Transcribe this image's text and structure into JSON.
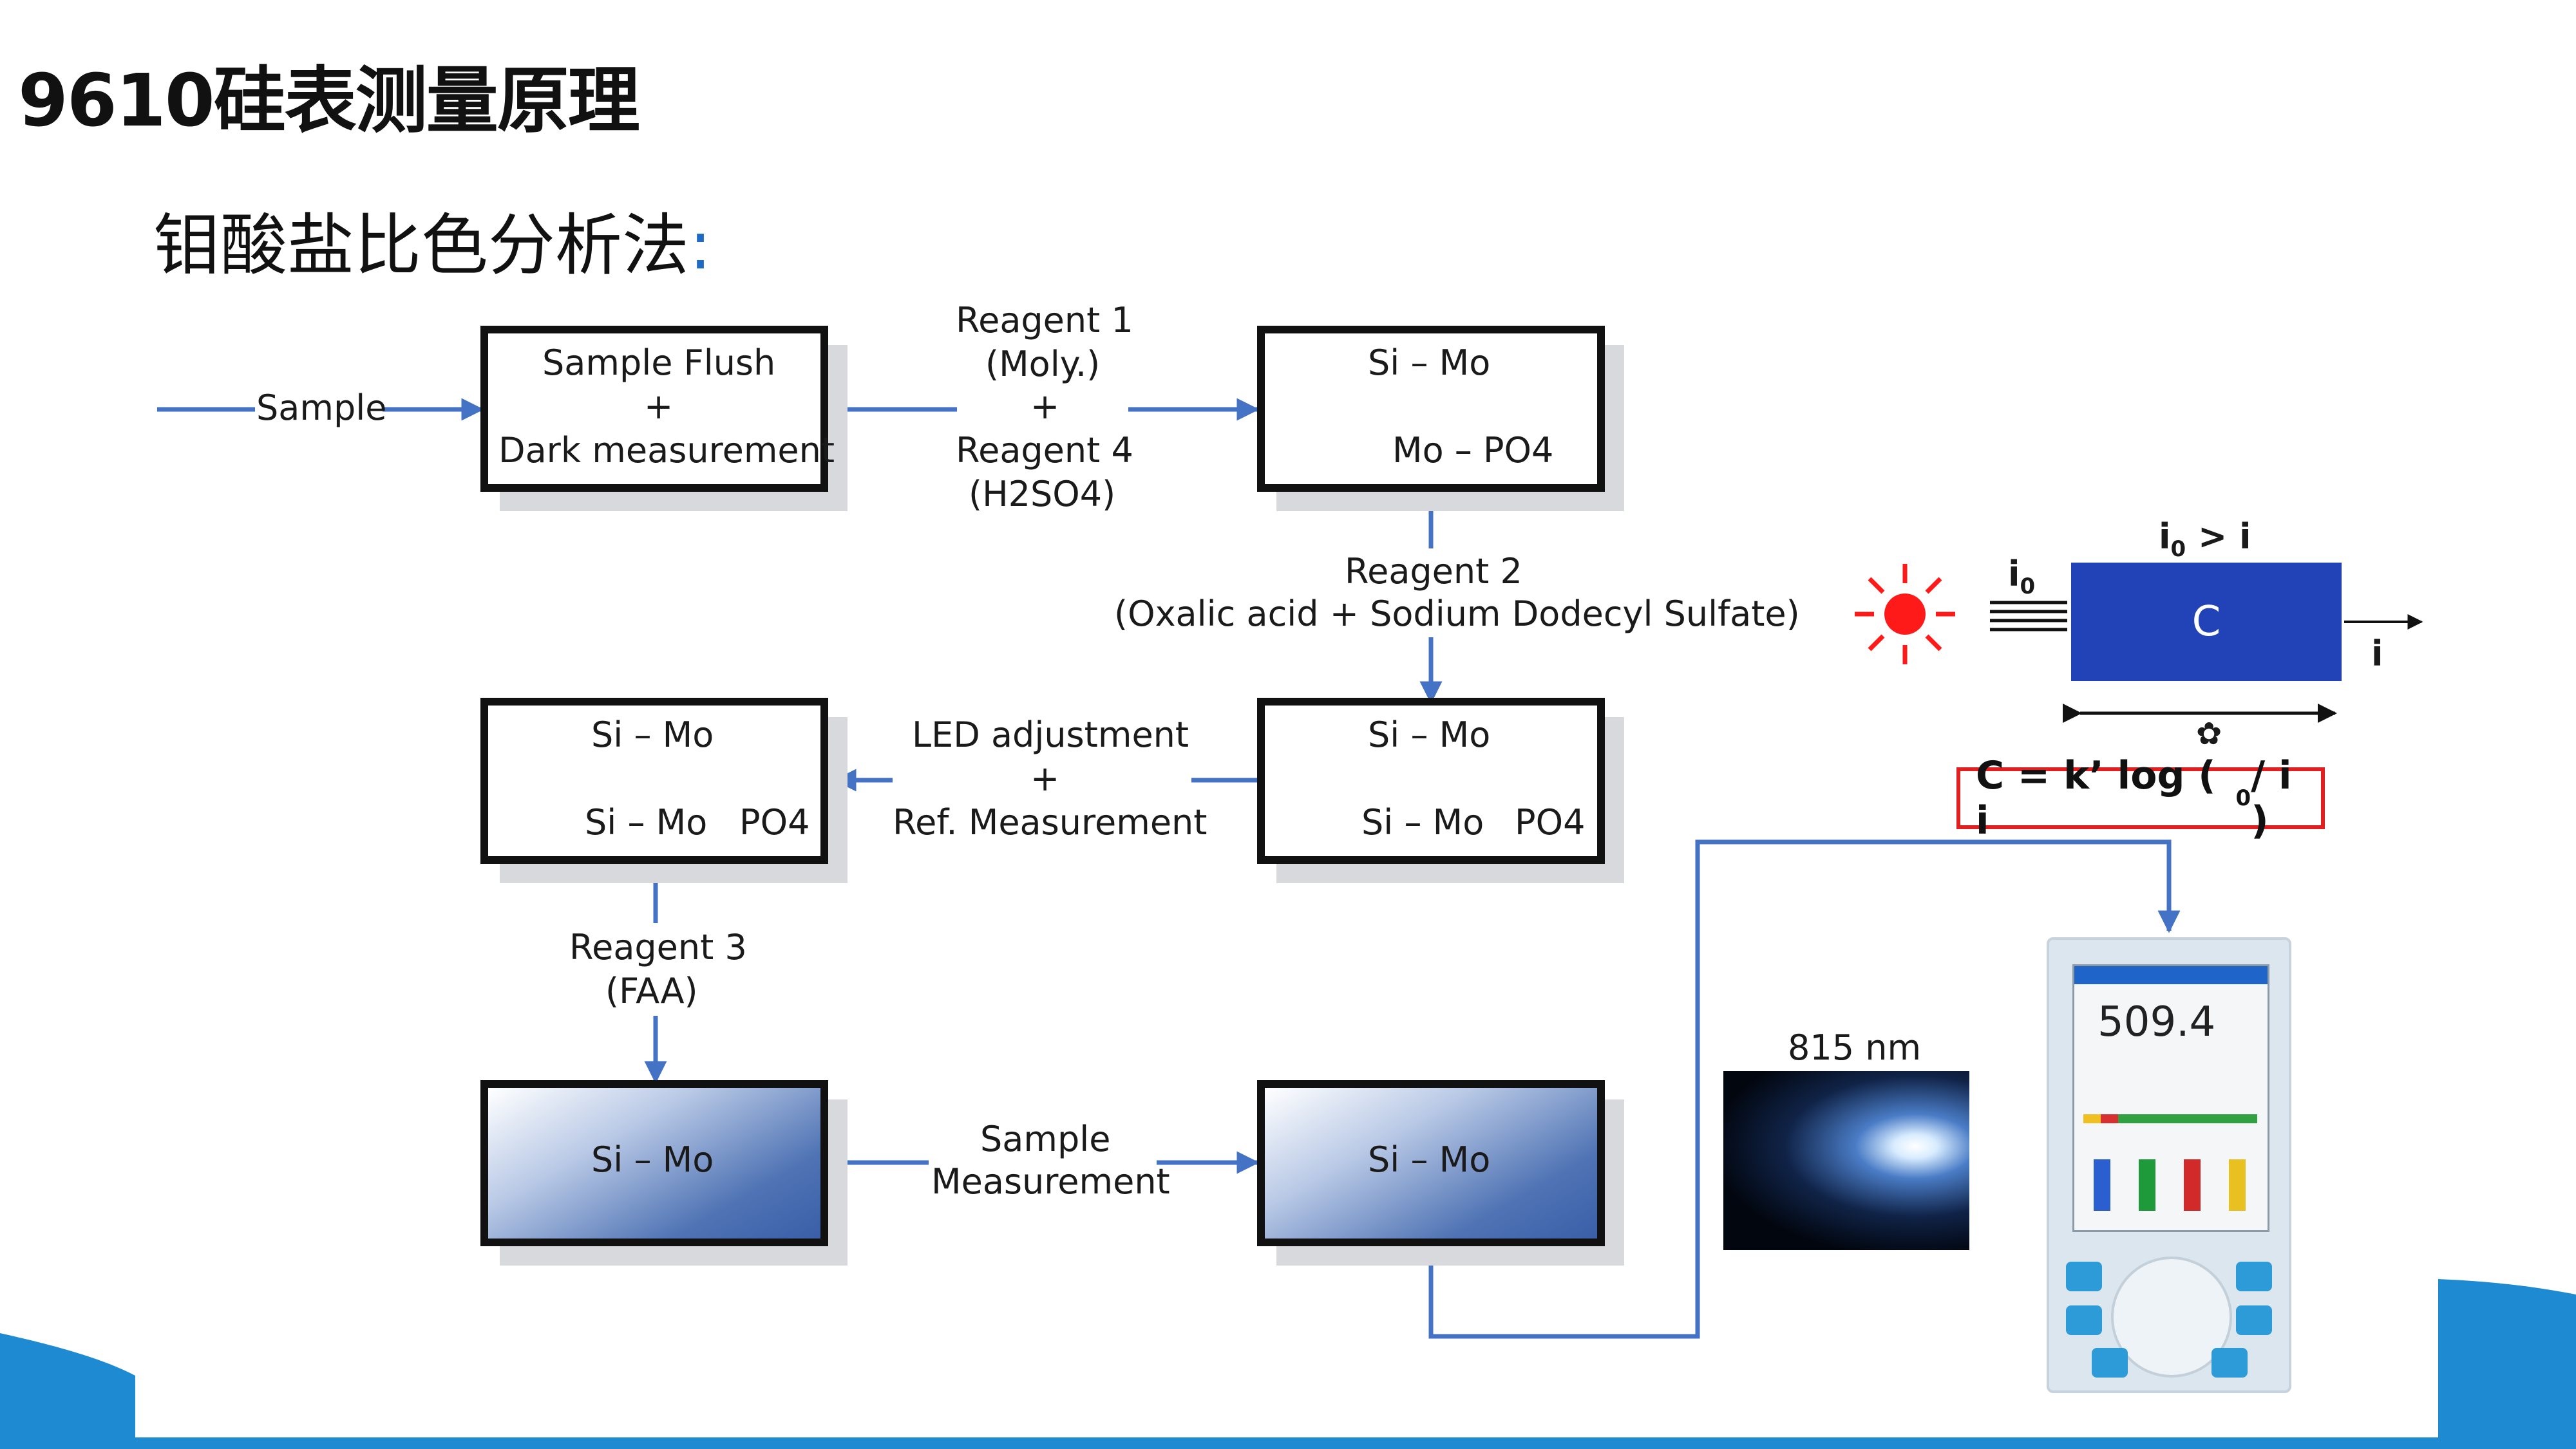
{
  "title": "9610硅表测量原理",
  "subtitle": "钼酸盐比色分析法",
  "subtitle_colon": ":",
  "colors": {
    "accent_blue": "#4472c4",
    "red": "#e02020",
    "cell_blue": "#2242b8",
    "footer_blue": "#1d8ad2"
  },
  "boxes": {
    "flush": {
      "line1": "Sample Flush",
      "line2": "+",
      "line3": "Dark measurement"
    },
    "simo1": {
      "line1": "Si – Mo",
      "line2": "Mo – PO4"
    },
    "simo2": {
      "line1": "Si – Mo",
      "line2": "Si – Mo",
      "line3": "PO4"
    },
    "simo3": {
      "line1": "Si – Mo",
      "line2": "Si – Mo",
      "line3": "PO4"
    },
    "simo4": {
      "line1": "Si – Mo"
    },
    "simo5": {
      "line1": "Si – Mo"
    }
  },
  "labels": {
    "sample": "Sample",
    "reagent14": [
      "Reagent 1",
      "(Moly.)",
      "+",
      "Reagent 4",
      "(H2SO4)"
    ],
    "reagent2": [
      "Reagent 2",
      "(Oxalic acid + Sodium Dodecyl Sulfate)"
    ],
    "led": [
      "LED adjustment",
      "+",
      "Ref. Measurement"
    ],
    "reagent3": [
      "Reagent 3",
      "(FAA)"
    ],
    "sample_meas": [
      "Sample",
      "Measurement"
    ],
    "wavelength": "815 nm"
  },
  "beer_lambert": {
    "i0_gt_i": "i",
    "i0_gt_i_sub": "0",
    "i0_gt_i_rest": " > i",
    "i0": "i",
    "i0_sub": "0",
    "cell": "C",
    "i_out": "i",
    "path_symbol": "✿",
    "formula_pre": "C = k’ log ( i",
    "formula_sub": "0",
    "formula_post": " / i )"
  },
  "device": {
    "reading": "509.4",
    "icons": [
      "menu-icon",
      "home-icon",
      "back-icon",
      "enter-icon",
      "cal-icon",
      "diag-icon"
    ]
  }
}
